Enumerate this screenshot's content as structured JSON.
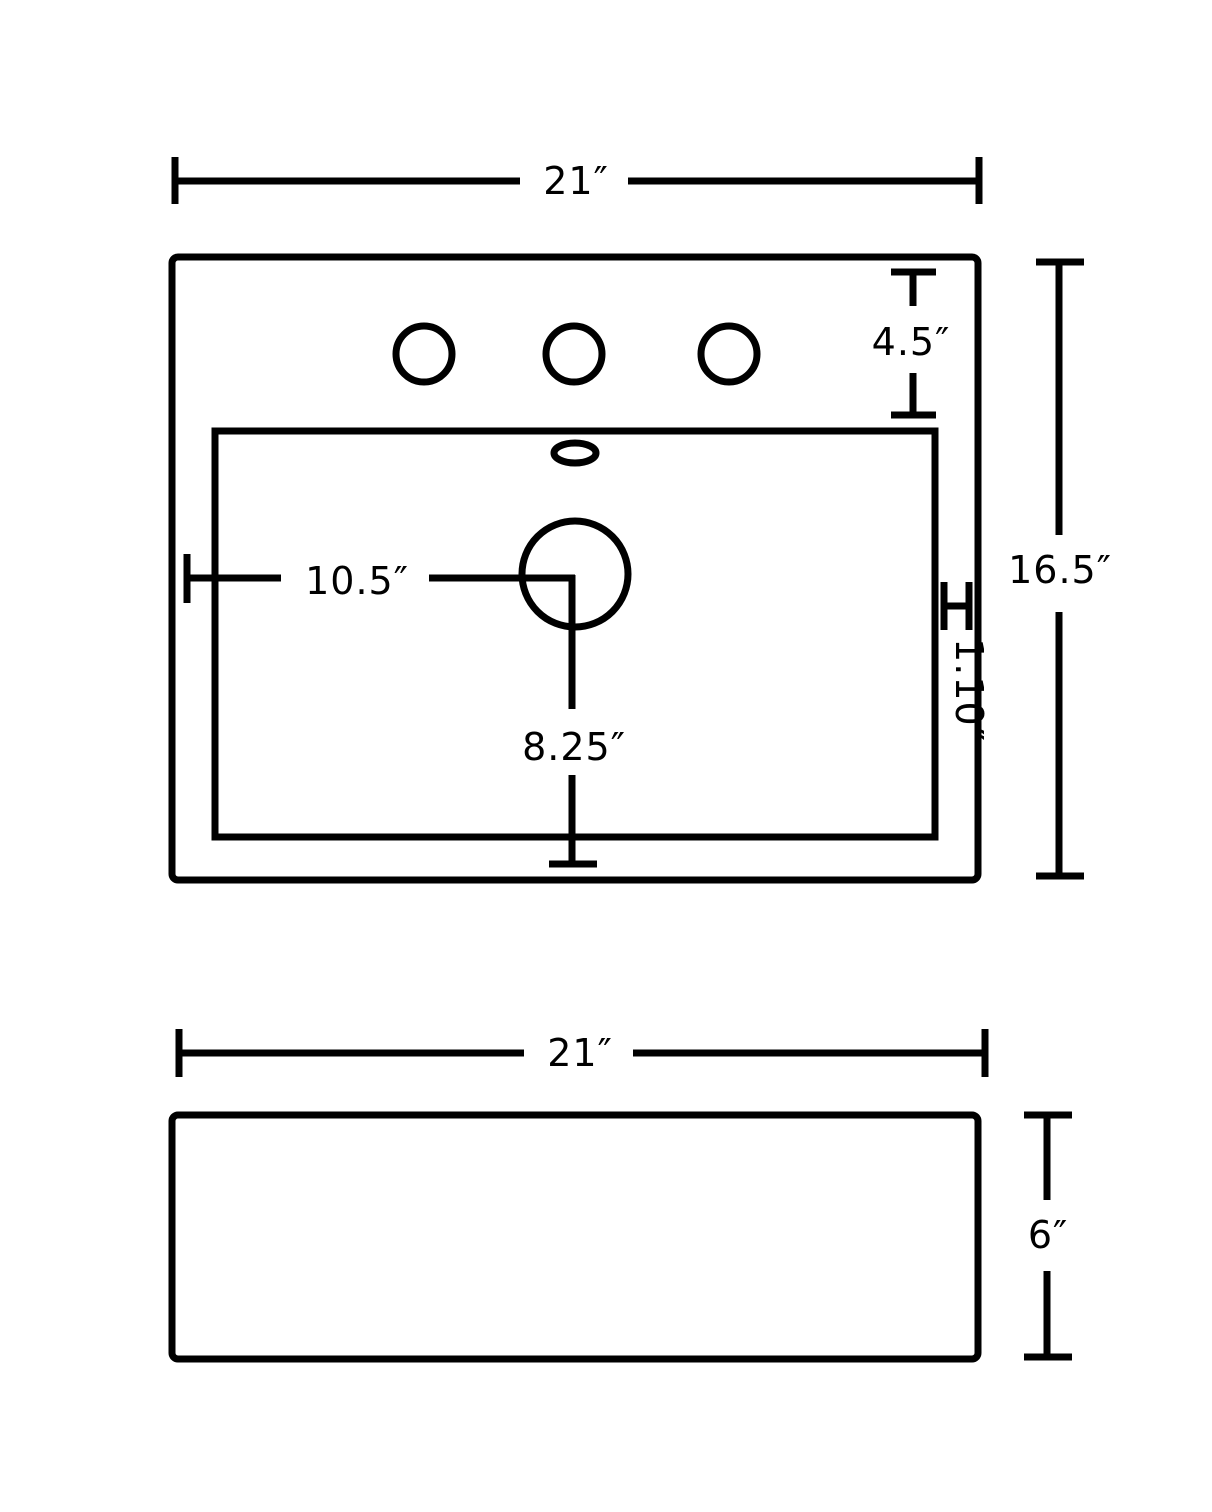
{
  "top_view": {
    "width_label": "21″",
    "depth_label": "16.5″",
    "faucet_setback_label": "4.5″",
    "drain_from_side_label": "10.5″",
    "drain_from_front_label": "8.25″",
    "rim_label": "1.10″"
  },
  "front_view": {
    "width_label": "21″",
    "height_label": "6″"
  }
}
